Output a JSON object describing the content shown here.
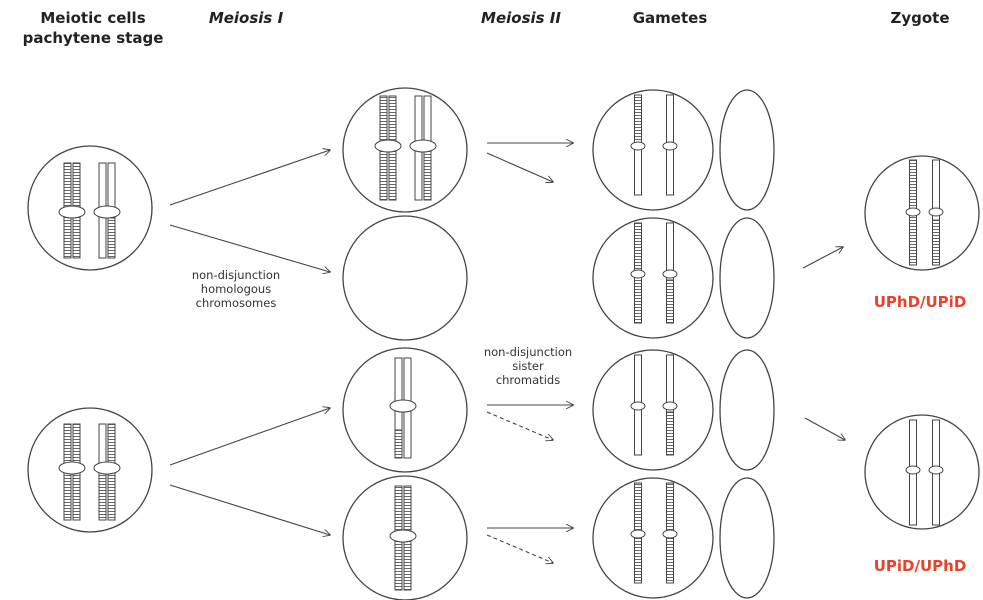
{
  "headers": {
    "meiotic": "Meiotic cells\npachytene stage",
    "meiosis1": "Meiosis I",
    "meiosis2": "Meiosis II",
    "gametes": "Gametes",
    "zygote": "Zygote"
  },
  "notes": {
    "homologous": "non-disjunction\nhomologous\nchromosomes",
    "sister": "non-disjunction\nsister\nchromatids"
  },
  "results": {
    "top": "UPhD/UPiD",
    "bottom": "UPiD/UPhD"
  },
  "colors": {
    "result_red": "#e8412c",
    "stroke": "#444444"
  }
}
